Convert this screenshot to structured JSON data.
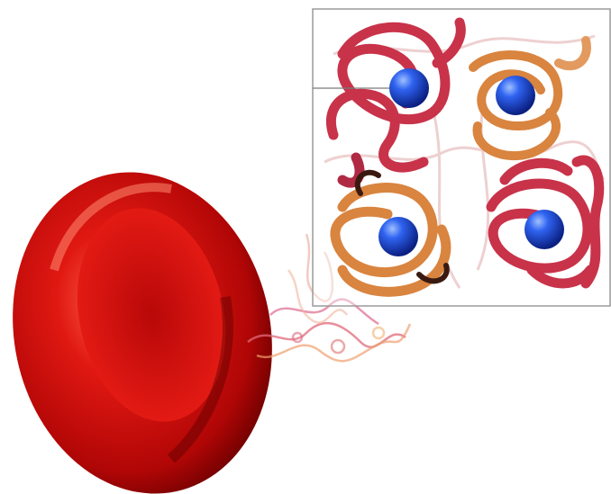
{
  "colors": {
    "background": "#ffffff",
    "cell_dark": "#7a0000",
    "cell_mid": "#d81010",
    "cell_light": "#ff5a4a",
    "alpha_chain": "#c8334a",
    "beta_chain": "#d9843f",
    "heme_iron": "#1f4fd8",
    "frame": "#9a9a9a"
  },
  "illustration": {
    "subject": "red-blood-cell",
    "zoom_subject": "hemoglobin-tetramer",
    "subunits": [
      {
        "id": "subunit-1",
        "chain": "alpha",
        "color": "#c8334a"
      },
      {
        "id": "subunit-2",
        "chain": "beta",
        "color": "#d9843f"
      },
      {
        "id": "subunit-3",
        "chain": "beta",
        "color": "#d9843f"
      },
      {
        "id": "subunit-4",
        "chain": "alpha",
        "color": "#c8334a"
      }
    ],
    "heme_groups": 4
  }
}
